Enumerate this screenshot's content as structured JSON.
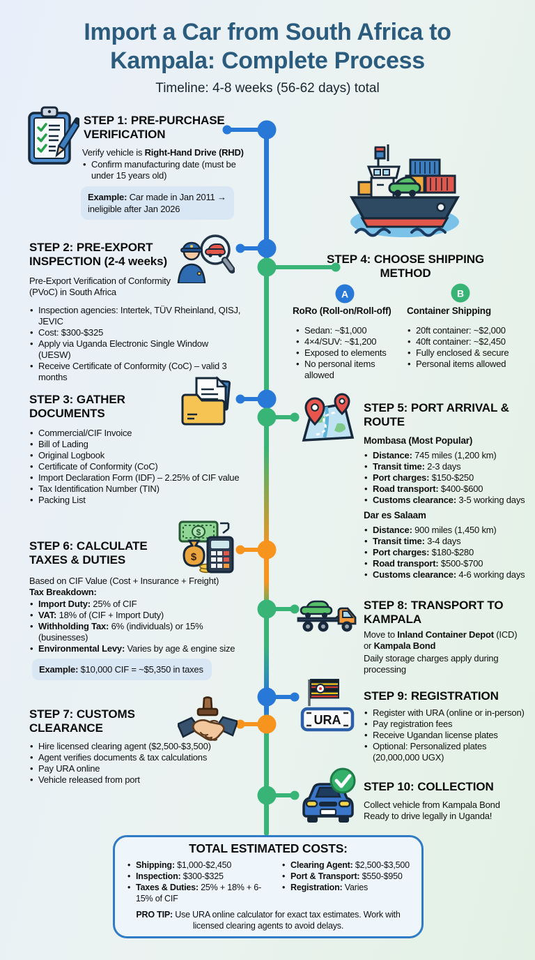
{
  "header": {
    "title": "Import a Car from South Africa to Kampala: Complete Process",
    "subtitle": "Timeline: 4-8 weeks (56-62 days) total"
  },
  "colors": {
    "accent_blue": "#2878d8",
    "accent_green": "#38b576",
    "accent_orange": "#f7941e",
    "title_color": "#2b5b7d",
    "total_box_border": "#2f7bc5"
  },
  "icons": {
    "step1": "clipboard-checklist-icon",
    "step2": "inspector-magnifier-icon",
    "step3": "documents-folder-icon",
    "step4": "cargo-ship-icon",
    "step5": "map-pins-icon",
    "step6": "money-calculator-icon",
    "step7": "handshake-stamp-icon",
    "step8": "car-carrier-truck-icon",
    "step9": "ura-license-plate-icon",
    "step10": "car-check-icon"
  },
  "steps": {
    "step1": {
      "title": "STEP 1: PRE-PURCHASE VERIFICATION",
      "intro": {
        "pre": "Verify vehicle is ",
        "bold": "Right-Hand Drive (RHD)"
      },
      "bullets": [
        "Confirm manufacturing date (must be under 15 years old)"
      ],
      "example": {
        "label": "Example:",
        "text": " Car made in Jan 2011 → ineligible after Jan 2026"
      }
    },
    "step2": {
      "title": "STEP 2: PRE-EXPORT INSPECTION (2-4 weeks)",
      "intro": "Pre-Export Verification of Conformity (PVoC) in South Africa",
      "bullets": [
        "Inspection agencies: Intertek, TÜV Rheinland, QISJ, JEVIC",
        "Cost: $300-$325",
        "Apply via Uganda Electronic Single Window (UESW)",
        "Receive Certificate of Conformity (CoC) – valid 3 months"
      ]
    },
    "step3": {
      "title": "STEP 3: GATHER DOCUMENTS",
      "bullets": [
        "Commercial/CIF Invoice",
        "Bill of Lading",
        "Original Logbook",
        "Certificate of Conformity (CoC)",
        "Import Declaration Form (IDF) – 2.25% of CIF value",
        "Tax Identification Number (TIN)",
        "Packing List"
      ]
    },
    "step4": {
      "title": "STEP 4: CHOOSE SHIPPING METHOD",
      "options": [
        {
          "badge": "A",
          "name": "RoRo (Roll-on/Roll-off)",
          "bullets": [
            "Sedan: ~$1,000",
            "4×4/SUV: ~$1,200",
            "Exposed to elements",
            "No personal items allowed"
          ]
        },
        {
          "badge": "B",
          "name": "Container Shipping",
          "bullets": [
            "20ft container: ~$2,000",
            "40ft container: ~$2,450",
            "Fully enclosed & secure",
            "Personal items allowed"
          ]
        }
      ]
    },
    "step5": {
      "title": "STEP 5: PORT ARRIVAL & ROUTE",
      "ports": [
        {
          "name": "Mombasa (Most Popular)",
          "bullets": [
            {
              "b": "Distance:",
              "t": " 745 miles (1,200 km)"
            },
            {
              "b": "Transit time:",
              "t": " 2-3 days"
            },
            {
              "b": "Port charges:",
              "t": " $150-$250"
            },
            {
              "b": "Road transport:",
              "t": " $400-$600"
            },
            {
              "b": "Customs clearance:",
              "t": " 3-5 working days"
            }
          ]
        },
        {
          "name": "Dar es Salaam",
          "bullets": [
            {
              "b": "Distance:",
              "t": " 900 miles (1,450 km)"
            },
            {
              "b": "Transit time:",
              "t": " 3-4 days"
            },
            {
              "b": "Port charges:",
              "t": " $180-$280"
            },
            {
              "b": "Road transport:",
              "t": " $500-$700"
            },
            {
              "b": "Customs clearance:",
              "t": " 4-6 working days"
            }
          ]
        }
      ]
    },
    "step6": {
      "title": "STEP 6: CALCULATE TAXES & DUTIES",
      "intro": "Based on CIF Value (Cost + Insurance + Freight)",
      "breakdown_label": "Tax Breakdown:",
      "bullets": [
        {
          "b": "Import Duty:",
          "t": " 25% of CIF"
        },
        {
          "b": "VAT:",
          "t": " 18% of (CIF + Import Duty)"
        },
        {
          "b": "Withholding Tax:",
          "t": " 6% (individuals) or 15% (businesses)"
        },
        {
          "b": "Environmental Levy:",
          "t": " Varies by age & engine size"
        }
      ],
      "example": {
        "label": "Example:",
        "text": " $10,000 CIF = ~$5,350 in taxes"
      }
    },
    "step7": {
      "title": "STEP 7: CUSTOMS CLEARANCE",
      "bullets": [
        "Hire licensed clearing agent ($2,500-$3,500)",
        "Agent verifies documents & tax calculations",
        "Pay URA online",
        "Vehicle released from port"
      ]
    },
    "step8": {
      "title": "STEP 8: TRANSPORT TO KAMPALA",
      "intro": {
        "pre": "Move to ",
        "b1": "Inland Container Depot",
        "mid": " (ICD) or ",
        "b2": "Kampala Bond"
      },
      "note": "Daily storage charges apply during processing"
    },
    "step9": {
      "title": "STEP 9: REGISTRATION",
      "plate_text": "URA",
      "bullets": [
        "Register with URA (online or in-person)",
        "Pay registration fees",
        "Receive Ugandan license plates",
        "Optional: Personalized plates (20,000,000 UGX)"
      ]
    },
    "step10": {
      "title": "STEP 10: COLLECTION",
      "lines": [
        "Collect vehicle from Kampala Bond",
        "Ready to drive legally in Uganda!"
      ]
    }
  },
  "total": {
    "title": "TOTAL ESTIMATED COSTS:",
    "left": [
      {
        "b": "Shipping:",
        "t": " $1,000-$2,450"
      },
      {
        "b": "Inspection:",
        "t": " $300-$325"
      },
      {
        "b": "Taxes & Duties:",
        "t": " 25% + 18% + 6-15% of CIF"
      }
    ],
    "right": [
      {
        "b": "Clearing Agent:",
        "t": " $2,500-$3,500"
      },
      {
        "b": "Port & Transport:",
        "t": " $550-$950"
      },
      {
        "b": "Registration:",
        "t": " Varies"
      }
    ],
    "protip": {
      "label": "PRO TIP:",
      "text": " Use URA online calculator for exact tax estimates. Work with licensed clearing agents to avoid delays."
    }
  }
}
